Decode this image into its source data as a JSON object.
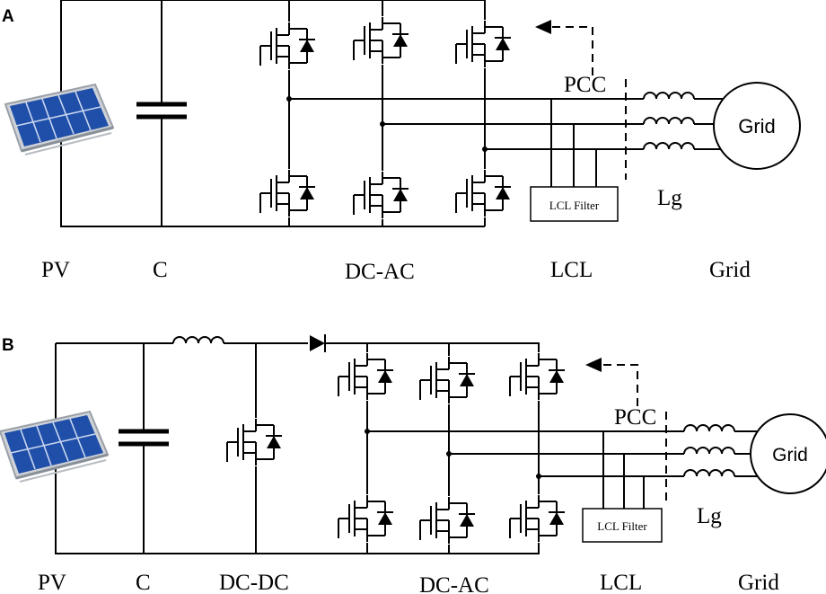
{
  "panel_a": {
    "letter": "A",
    "labels": {
      "pv": "PV",
      "c": "C",
      "dcac": "DC-AC",
      "lcl": "LCL",
      "grid": "Grid"
    },
    "pcc": "PCC",
    "lcl_filter": "LCL Filter",
    "lg": "Lg",
    "grid_symbol": "Grid"
  },
  "panel_b": {
    "letter": "B",
    "labels": {
      "pv": "PV",
      "c": "C",
      "dcdc": "DC-DC",
      "dcac": "DC-AC",
      "lcl": "LCL",
      "grid": "Grid"
    },
    "pcc": "PCC",
    "lcl_filter": "LCL Filter",
    "lg": "Lg",
    "grid_symbol": "Grid"
  },
  "colors": {
    "panel_blue": "#1f4fa8",
    "panel_frame": "#c9ccd1",
    "wire": "#000000"
  }
}
